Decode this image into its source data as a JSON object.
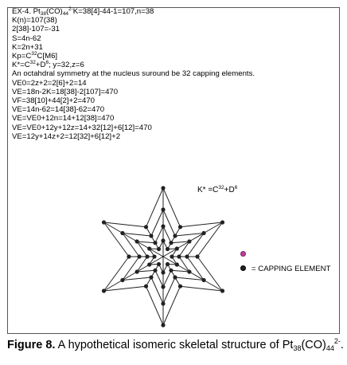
{
  "lines": [
    {
      "p": [
        "EX-4. Pt",
        {
          "sub": "38"
        },
        "(CO)",
        {
          "sub": "44"
        },
        {
          "sup": "2-"
        },
        "K=38[4]-44-1=107,n=38"
      ]
    },
    {
      "p": [
        "K(n)=107(38)"
      ]
    },
    {
      "p": [
        "2[38]-107=-31"
      ]
    },
    {
      "p": [
        "S=4n-62"
      ]
    },
    {
      "p": [
        "K=2n+31"
      ]
    },
    {
      "p": [
        "Kp=C",
        {
          "sup": "32"
        },
        "C[M6]"
      ]
    },
    {
      "p": [
        "K*=C",
        {
          "sup": "32"
        },
        "+D",
        {
          "sup": "6"
        },
        "; y=32,z=6"
      ]
    },
    {
      "p": [
        "An octahdral symmetry at the nucleus suround be 32 capping elements."
      ]
    },
    {
      "p": [
        "VE0=2z+2=2[6]+2=14"
      ]
    },
    {
      "p": [
        "VE=18n-2K=18[38]-2[107]=470"
      ]
    },
    {
      "p": [
        "VF=38[10]+44[2]+2=470"
      ]
    },
    {
      "p": [
        "VE=14n-62=14[38]-62=470"
      ]
    },
    {
      "p": [
        "VE=VE0+12n=14+12[38]=470"
      ]
    },
    {
      "p": [
        "VE=VE0+12y+12z=14+32[12]+6[12]=470"
      ]
    },
    {
      "p": [
        "VE=12y+14z+2=12[32]+6[12]+2"
      ]
    }
  ],
  "diagram": {
    "k_star": [
      "K* =C",
      {
        "sup": "32"
      },
      "+D",
      {
        "sup": "6"
      }
    ],
    "legend_label": "= CAPPING ELEMENT",
    "colors": {
      "capping_dot": "#c23b9a",
      "vertex_dot": "#222222",
      "line": "#222222"
    }
  },
  "caption": {
    "figure_label": "Figure 8.",
    "text": [
      "A hypothetical isomeric skeletal structure of Pt",
      {
        "sub": "38"
      },
      "(CO)",
      {
        "sub": "44"
      },
      {
        "sup": "2-"
      },
      "."
    ]
  }
}
